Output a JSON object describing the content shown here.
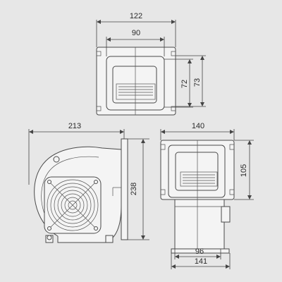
{
  "dimensions": {
    "top_width_outer": "122",
    "top_width_inner": "90",
    "top_height_inner": "72",
    "top_height_outer": "73",
    "side_length": "213",
    "side_height": "238",
    "front_width": "140",
    "front_height": "105",
    "front_outlet_inner": "96",
    "front_outlet_outer": "141"
  },
  "colors": {
    "background": "#e7e7e7",
    "line": "#4a4a4a",
    "fill": "#f4f4f4"
  }
}
